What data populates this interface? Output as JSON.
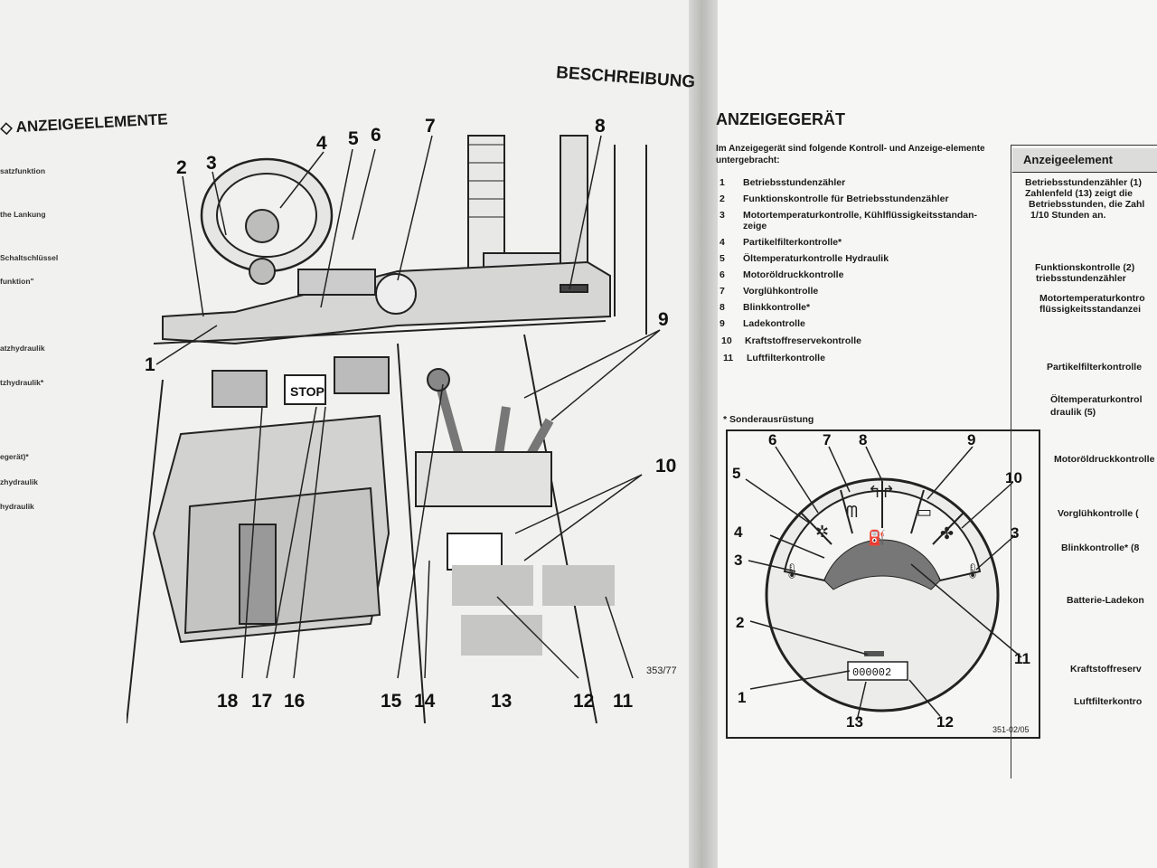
{
  "left_page": {
    "section_title": "◇ ANZEIGEELEMENTE",
    "header": "BESCHREIBUNG",
    "side_labels": [
      "satzfunktion",
      "the Lankung",
      "Schaltschlüssel",
      "funktion\"",
      "atzhydraulik",
      "tzhydraulik*",
      "egerät)*",
      "zhydraulik",
      "hydraulik"
    ],
    "figure": {
      "callouts": [
        "1",
        "2",
        "3",
        "4",
        "5",
        "6",
        "7",
        "8",
        "9",
        "10",
        "11",
        "12",
        "13",
        "14",
        "15",
        "16",
        "17",
        "18"
      ],
      "stop_label": "STOP",
      "figure_ref": "353/77"
    }
  },
  "right_page": {
    "title": "ANZEIGEGERÄT",
    "intro": "Im Anzeigegerät sind folgende Kontroll- und Anzeige-elemente untergebracht:",
    "items": [
      {
        "num": "1",
        "label": "Betriebsstundenzähler"
      },
      {
        "num": "2",
        "label": "Funktionskontrolle für Betriebsstundenzähler"
      },
      {
        "num": "3",
        "label": "Motortemperaturkontrolle, Kühlflüssigkeitsstandan-"
      },
      {
        "num": "",
        "label": "zeige"
      },
      {
        "num": "4",
        "label": "Partikelfilterkontrolle*"
      },
      {
        "num": "5",
        "label": "Öltemperaturkontrolle Hydraulik"
      },
      {
        "num": "6",
        "label": "Motoröldruckkontrolle"
      },
      {
        "num": "7",
        "label": "Vorglühkontrolle"
      },
      {
        "num": "8",
        "label": "Blinkkontrolle*"
      },
      {
        "num": "9",
        "label": "Ladekontrolle"
      },
      {
        "num": "10",
        "label": "Kraftstoffreservekontrolle"
      },
      {
        "num": "11",
        "label": "Luftfilterkontrolle"
      }
    ],
    "footnote": "* Sonderausrüstung",
    "gauge": {
      "callouts": [
        "1",
        "2",
        "3",
        "3",
        "4",
        "5",
        "6",
        "7",
        "8",
        "9",
        "10",
        "11",
        "12",
        "13"
      ],
      "counter": "000002",
      "figure_ref": "351-02/05"
    },
    "table": {
      "header": "Anzeigeelement",
      "rows": [
        "Betriebsstundenzähler (1)",
        "Zahlenfeld (13) zeigt die",
        "Betriebsstunden, die Zahl",
        "1/10 Stunden an.",
        "Funktionskontrolle (2)",
        "triebsstundenzähler",
        "Motortemperaturkontro",
        "flüssigkeitsstandanzei",
        "Partikelfilterkontrolle",
        "Öltemperaturkontrol",
        "draulik (5)",
        "Motoröldruckkontrolle",
        "Vorglühkontrolle (",
        "Blinkkontrolle* (8",
        "Batterie-Ladekon",
        "Kraftstoffreserv",
        "Luftfilterkontro"
      ]
    }
  },
  "colors": {
    "paper": "#f1f1ef",
    "ink": "#1a1a1a",
    "shade": "#cfcfcd",
    "header_fill": "#dcdcda"
  }
}
